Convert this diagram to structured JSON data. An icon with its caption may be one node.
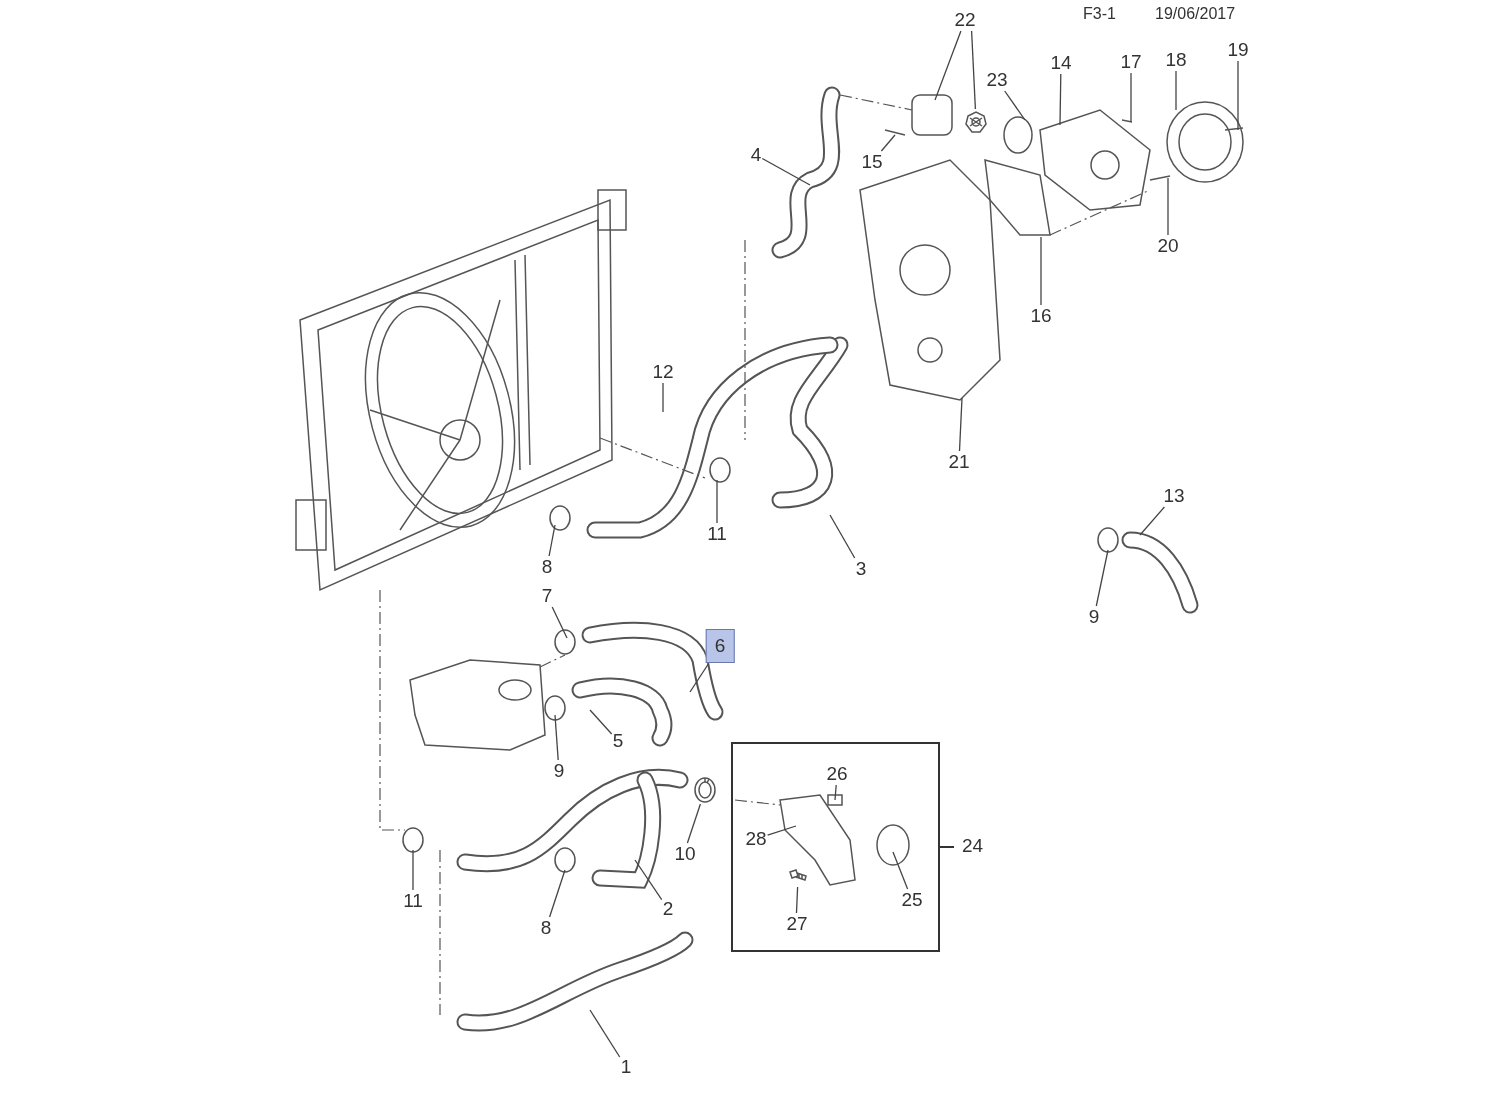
{
  "diagram": {
    "nodes": [
      {
        "text": [
          "22"
        ]
      },
      {
        "text": [
          "23"
        ]
      },
      {
        "text": [
          "14"
        ]
      },
      {
        "text": [
          "17"
        ]
      },
      {
        "text": [
          "18"
        ]
      },
      {
        "text": [
          "19"
        ]
      },
      {
        "text": [
          "4"
        ]
      },
      {
        "text": [
          "15"
        ]
      },
      {
        "text": [
          "20"
        ]
      },
      {
        "text": [
          "16"
        ]
      },
      {
        "text": [
          "12"
        ]
      },
      {
        "text": [
          "21"
        ]
      },
      {
        "text": [
          "13"
        ]
      },
      {
        "text": [
          "11"
        ]
      },
      {
        "text": [
          "8"
        ]
      },
      {
        "text": [
          "3"
        ]
      },
      {
        "text": [
          "9"
        ]
      },
      {
        "text": [
          "7"
        ]
      },
      {
        "text": [
          "6"
        ]
      },
      {
        "text": [
          "5"
        ]
      },
      {
        "text": [
          "9"
        ]
      },
      {
        "text": [
          "24"
        ]
      },
      {
        "text": [
          "26"
        ],
        "in": 21
      },
      {
        "text": [
          "28"
        ],
        "in": 21
      },
      {
        "text": [
          "25"
        ],
        "in": 21
      },
      {
        "text": [
          "27"
        ],
        "in": 21
      },
      {
        "text": [
          "10"
        ]
      },
      {
        "text": [
          "11"
        ]
      },
      {
        "text": [
          "2"
        ]
      },
      {
        "text": [
          "8"
        ]
      },
      {
        "text": [
          "1"
        ]
      },
      {
        "text": [],
        "shape": "picture"
      },
      {
        "text": [],
        "shape": "picture"
      },
      {
        "text": [],
        "shape": "picture",
        "in": 21
      }
    ],
    "edges": [
      {
        "from": 0,
        "to": null,
        "arrow": "none"
      },
      {
        "from": 0,
        "to": 31,
        "arrow": "none"
      },
      {
        "from": 1,
        "to": null,
        "arrow": "none"
      },
      {
        "from": 2,
        "to": null,
        "arrow": "none"
      },
      {
        "from": 3,
        "to": null,
        "arrow": "none"
      },
      {
        "from": 4,
        "to": null,
        "arrow": "none"
      },
      {
        "from": 5,
        "to": null,
        "arrow": "none"
      },
      {
        "from": 6,
        "to": null,
        "arrow": "none"
      },
      {
        "from": 7,
        "to": null,
        "arrow": "none"
      },
      {
        "from": 8,
        "to": null,
        "arrow": "none"
      },
      {
        "from": 9,
        "to": null,
        "arrow": "none"
      },
      {
        "from": 10,
        "to": null,
        "arrow": "none"
      },
      {
        "from": 11,
        "to": null,
        "arrow": "none"
      },
      {
        "from": 12,
        "to": null,
        "arrow": "none"
      },
      {
        "from": 13,
        "to": null,
        "arrow": "none"
      },
      {
        "from": 14,
        "to": null,
        "arrow": "none"
      },
      {
        "from": 15,
        "to": null,
        "arrow": "none"
      },
      {
        "from": 16,
        "to": null,
        "arrow": "none"
      },
      {
        "from": 17,
        "to": null,
        "arrow": "none"
      },
      {
        "from": 18,
        "to": null,
        "arrow": "none"
      },
      {
        "from": 19,
        "to": null,
        "arrow": "none"
      },
      {
        "from": 20,
        "to": null,
        "arrow": "none"
      },
      {
        "from": 22,
        "to": null,
        "arrow": "none"
      },
      {
        "from": 23,
        "to": null,
        "arrow": "none"
      },
      {
        "from": 24,
        "to": null,
        "arrow": "none"
      },
      {
        "from": 25,
        "to": 33,
        "arrow": "none"
      },
      {
        "from": 26,
        "to": 32,
        "arrow": "none"
      },
      {
        "from": 27,
        "to": null,
        "arrow": "none"
      },
      {
        "from": 28,
        "to": null,
        "arrow": "none"
      },
      {
        "from": 29,
        "to": null,
        "arrow": "none"
      },
      {
        "from": 30,
        "to": null,
        "arrow": "none"
      }
    ],
    "labels": [
      "F3-1",
      "19/06/2017"
    ]
  }
}
